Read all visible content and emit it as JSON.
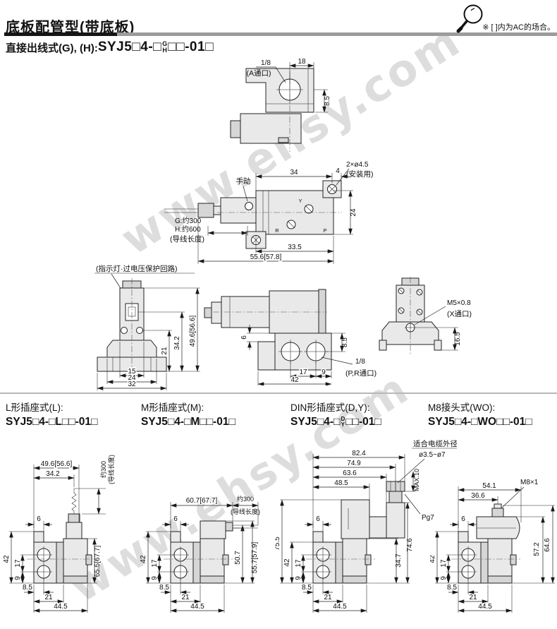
{
  "header": {
    "title": "底板配管型(带底板)",
    "note": "※ [ ]内为AC的场合。"
  },
  "watermark": {
    "text": "www.ehsy.com"
  },
  "gh": {
    "label": "直接出线式(G), (H):",
    "model_prefix": "SYJ5□4-□",
    "stack_top": "G",
    "stack_bottom": "H",
    "model_suffix": "□□-01□",
    "top_view": {
      "thread": "1/8",
      "port": "(A通口)",
      "d18": "18",
      "d85": "8.5"
    },
    "plan_view": {
      "manual": "手动",
      "d34": "34",
      "d4": "4",
      "mount1": "2×ø4.5",
      "mount2": "(安装用)",
      "d24": "24",
      "d335": "33.5",
      "d556": "55.6[57.8]",
      "lead_g": "G:约300",
      "lead_h": "H:约600",
      "lead_note": "(导线长度)",
      "py": "Y",
      "pr": "R",
      "pp": "P"
    },
    "front_view": {
      "note": "(指示灯·过电压保护回路)",
      "d21": "21",
      "d342": "34.2",
      "d496": "49.6[56.6]",
      "d15": "15",
      "d24": "24",
      "d32": "32"
    },
    "side_view": {
      "d85": "8.5",
      "d6": "6",
      "d17": "17",
      "d9": "9",
      "d42": "42",
      "thread": "1/8",
      "port": "(P,R通口)"
    },
    "back_view": {
      "m5": "M5×0.8",
      "port": "(X通口)",
      "d165": "16.5"
    }
  },
  "sections": [
    {
      "title": "L形插座式(L):",
      "model": "SYJ5□4-□L□□-01□"
    },
    {
      "title": "M形插座式(M):",
      "model": "SYJ5□4-□M□□-01□"
    },
    {
      "title": "DIN形插座式(D,Y):",
      "model_prefix": "SYJ5□4-□",
      "stack_top": "D",
      "stack_bottom": "Y",
      "model_suffix": "□□-01□"
    },
    {
      "title": "M8接头式(WO):",
      "model": "SYJ5□4-□WO□□-01□"
    }
  ],
  "l_view": {
    "d496": "49.6[56.6]",
    "d342": "34.2",
    "lead": "约300",
    "lead_note": "(导线长度)",
    "d655": "65.5[67.7]",
    "d42": "42",
    "d17": "17",
    "d9": "9",
    "d6": "6",
    "d85": "8.5",
    "d21": "21",
    "d445": "44.5"
  },
  "m_view": {
    "d607": "60.7[67.7]",
    "lead": "约300",
    "lead_note": "(导线长度)",
    "d507": "50.7",
    "d557": "55.7[57.9]",
    "d42": "42",
    "d17": "17",
    "d9": "9",
    "d6": "6",
    "d85": "8.5",
    "d21": "21",
    "d445": "44.5"
  },
  "din_view": {
    "d824": "82.4",
    "d749": "74.9",
    "d636": "63.6",
    "d485": "48.5",
    "cable1": "适合电缆外径",
    "cable2": "ø3.5~ø7",
    "max10": "MAX.10",
    "pg7": "Pg7",
    "d755": "75.5",
    "d746": "74.6",
    "d347": "34.7",
    "d42": "42",
    "d17": "17",
    "d9": "9",
    "d6": "6",
    "d85": "8.5",
    "d21": "21",
    "d445": "44.5"
  },
  "wo_view": {
    "d541": "54.1",
    "d366": "36.6",
    "m8": "M8×1",
    "d572": "57.2",
    "d646": "64.6",
    "d42": "42",
    "d17": "17",
    "d9": "9",
    "d6": "6",
    "d85": "8.5",
    "d21": "21",
    "d445": "44.5"
  }
}
